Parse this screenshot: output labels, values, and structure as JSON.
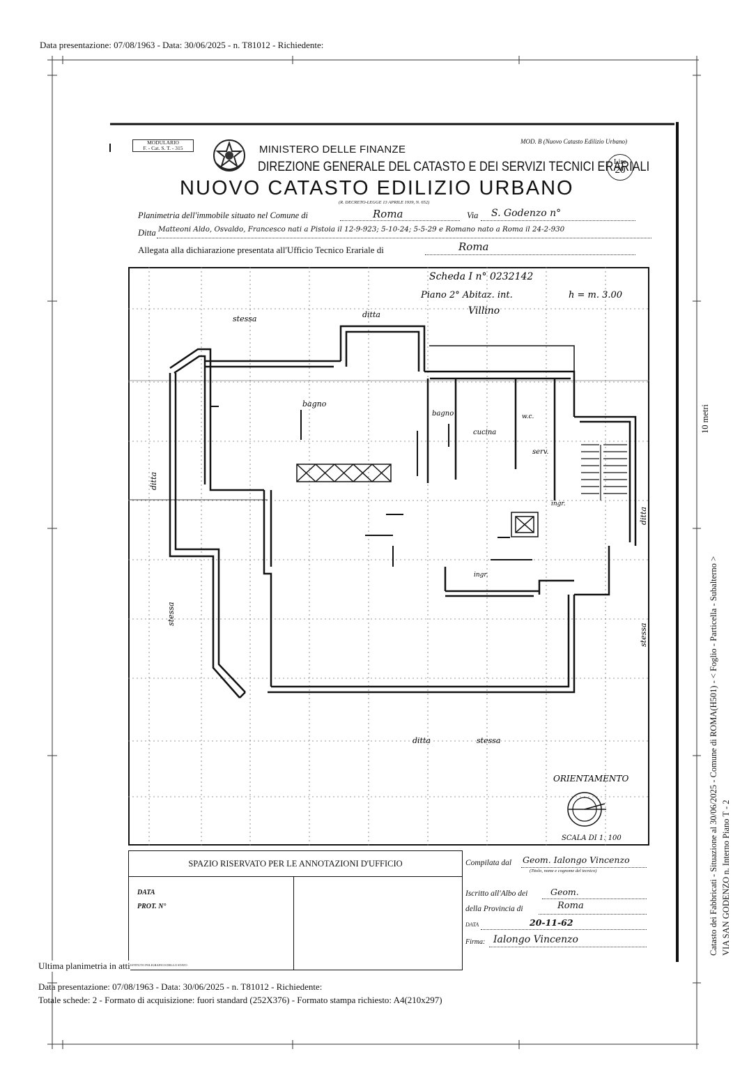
{
  "header": {
    "top_line": "Data presentazione: 07/08/1963 - Data: 30/06/2025 - n. T81012 - Richiedente:"
  },
  "form": {
    "modulario": "MODULARIO",
    "modulario_code": "F. - Cat. S. T. - 315",
    "mod_b": "MOD. B (Nuovo Catasto Edilizio Urbano)",
    "ministry": "MINISTERO DELLE FINANZE",
    "direction": "DIREZIONE GENERALE DEL CATASTO E DEI SERVIZI TECNICI ERARIALI",
    "title": "NUOVO CATASTO EDILIZIO URBANO",
    "decree": "(R. DECRETO-LEGGE 13 APRILE 1939, N. 652)",
    "stamp_line1": "Lire",
    "stamp_line2": "20",
    "planimetria_label": "Planimetria dell'immobile situato nel Comune di",
    "comune_value": "Roma",
    "via_label": "Via",
    "via_value": "S. Godenzo n°",
    "ditta_label": "Ditta",
    "ditta_value": "Matteoni Aldo, Osvaldo, Francesco nati a Pistoia il 12-9-923; 5-10-24; 5-5-29 e Romano nato a Roma il 24-2-930",
    "allegata_label": "Allegata alla dichiarazione presentata all'Ufficio Tecnico Erariale di",
    "allegata_value": "Roma"
  },
  "plan": {
    "scheda": "Scheda  I   n° 0232142",
    "piano": "Piano 2°  Abitaz.  int.",
    "altezza": "h = m. 3.00",
    "tipo": "Villino",
    "labels": {
      "stessa_top": "stessa",
      "ditta_top": "ditta",
      "bagno1": "bagno",
      "bagno2": "bagno",
      "cucina": "cucina",
      "wc": "w.c.",
      "serv": "serv.",
      "ingr1": "ingr.",
      "ingr2": "ingr.",
      "ditta_left": "ditta",
      "ditta_right": "ditta",
      "stessa_left": "stessa",
      "stessa_right": "stessa",
      "stessa_bottom": "stessa",
      "ditta_bottom": "ditta"
    },
    "orientamento": "ORIENTAMENTO",
    "scala": "SCALA DI 1. 100"
  },
  "office": {
    "heading": "SPAZIO RISERVATO PER LE ANNOTAZIONI D'UFFICIO",
    "data_label": "DATA",
    "prot_label": "PROT. N°",
    "compilata_label": "Compilata dal",
    "compilata_value": "Geom. Ialongo Vincenzo",
    "compilata_note": "(Titolo, nome e cognome del tecnico)",
    "iscritto_label": "Iscritto all'Albo dei",
    "iscritto_value": "Geom.",
    "provincia_label": "della Provincia di",
    "provincia_value": "Roma",
    "data2_label": "DATA",
    "data2_value": "20-11-62",
    "firma_label": "Firma:",
    "firma_value": "Ialongo Vincenzo",
    "printer": "ISTITUTO POLIGRAFICO DELLO STATO"
  },
  "footer": {
    "ultima": "Ultima planimetria in atti",
    "line1": "Data presentazione: 07/08/1963 - Data: 30/06/2025 - n. T81012 - Richiedente:",
    "line2": "Totale schede: 2 - Formato di acquisizione: fuori standard (252X376) - Formato stampa richiesto: A4(210x297)"
  },
  "side": {
    "metri": "10 metri",
    "vertical1": "Catasto dei Fabbricati - Situazione al 30/06/2025 - Comune di ROMA(H501) - < Foglio      - Particella      - Subalterno  >",
    "vertical2": "VIA SAN GODENZO n.      Interno   Piano T - 2"
  }
}
